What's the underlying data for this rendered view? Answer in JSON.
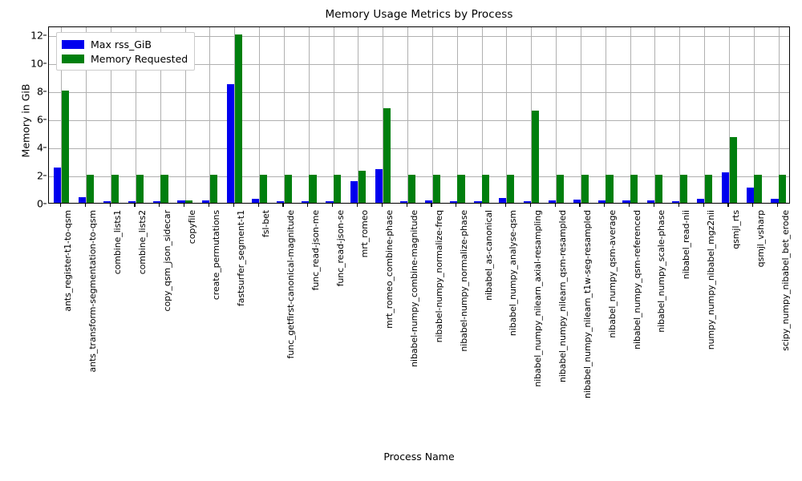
{
  "chart_data": {
    "type": "bar",
    "title": "Memory Usage Metrics by Process",
    "xlabel": "Process Name",
    "ylabel": "Memory in GiB",
    "ylim": [
      0,
      12.6
    ],
    "yticks": [
      0,
      2,
      4,
      6,
      8,
      10,
      12
    ],
    "grid": true,
    "legend_position": "upper left",
    "colors": {
      "max_rss": "#0000ee",
      "requested": "#007f0e"
    },
    "categories": [
      "ants_register-t1-to-qsm",
      "ants_transform-segmentation-to-qsm",
      "combine_lists1",
      "combine_lists2",
      "copy_qsm_json_sidecar",
      "copyfile",
      "create_permutations",
      "fastsurfer_segment-t1",
      "fsl-bet",
      "func_getfirst-canonical-magnitude",
      "func_read-json-me",
      "func_read-json-se",
      "mrt_romeo",
      "mrt_romeo_combine-phase",
      "nibabel-numpy_combine-magnitude",
      "nibabel-numpy_normalize-freq",
      "nibabel-numpy_normalize-phase",
      "nibabel_as-canonical",
      "nibabel_numpy_analyse-qsm",
      "nibabel_numpy_nilearn_axial-resampling",
      "nibabel_numpy_nilearn_qsm-resampled",
      "nibabel_numpy_nilearn_t1w-seg-resampled",
      "nibabel_numpy_qsm-average",
      "nibabel_numpy_qsm-referenced",
      "nibabel_numpy_scale-phase",
      "nibabel_read-nii",
      "numpy_numpy_nibabel_mgz2nii",
      "qsmjl_rts",
      "qsmjl_vsharp",
      "scipy_numpy_nibabel_bet_erode"
    ],
    "series": [
      {
        "name": "Max rss_GiB",
        "color": "#0000ee",
        "values": [
          2.52,
          0.38,
          0.12,
          0.12,
          0.12,
          0.19,
          0.18,
          8.45,
          0.3,
          0.12,
          0.12,
          0.12,
          1.55,
          2.42,
          0.12,
          0.18,
          0.12,
          0.12,
          0.33,
          0.13,
          0.15,
          0.22,
          0.15,
          0.16,
          0.18,
          0.12,
          0.28,
          2.15,
          1.1,
          0.28
        ]
      },
      {
        "name": "Memory Requested",
        "color": "#007f0e",
        "values": [
          8.0,
          2.0,
          2.0,
          2.0,
          2.0,
          0.2,
          2.0,
          12.0,
          2.0,
          2.0,
          2.0,
          2.0,
          2.28,
          6.75,
          2.0,
          2.0,
          2.0,
          2.0,
          2.0,
          6.55,
          2.0,
          2.0,
          2.0,
          2.0,
          2.0,
          2.0,
          2.0,
          4.7,
          2.0,
          2.0
        ]
      }
    ]
  },
  "legend": {
    "entries": [
      {
        "label": "Max rss_GiB"
      },
      {
        "label": "Memory Requested"
      }
    ]
  }
}
